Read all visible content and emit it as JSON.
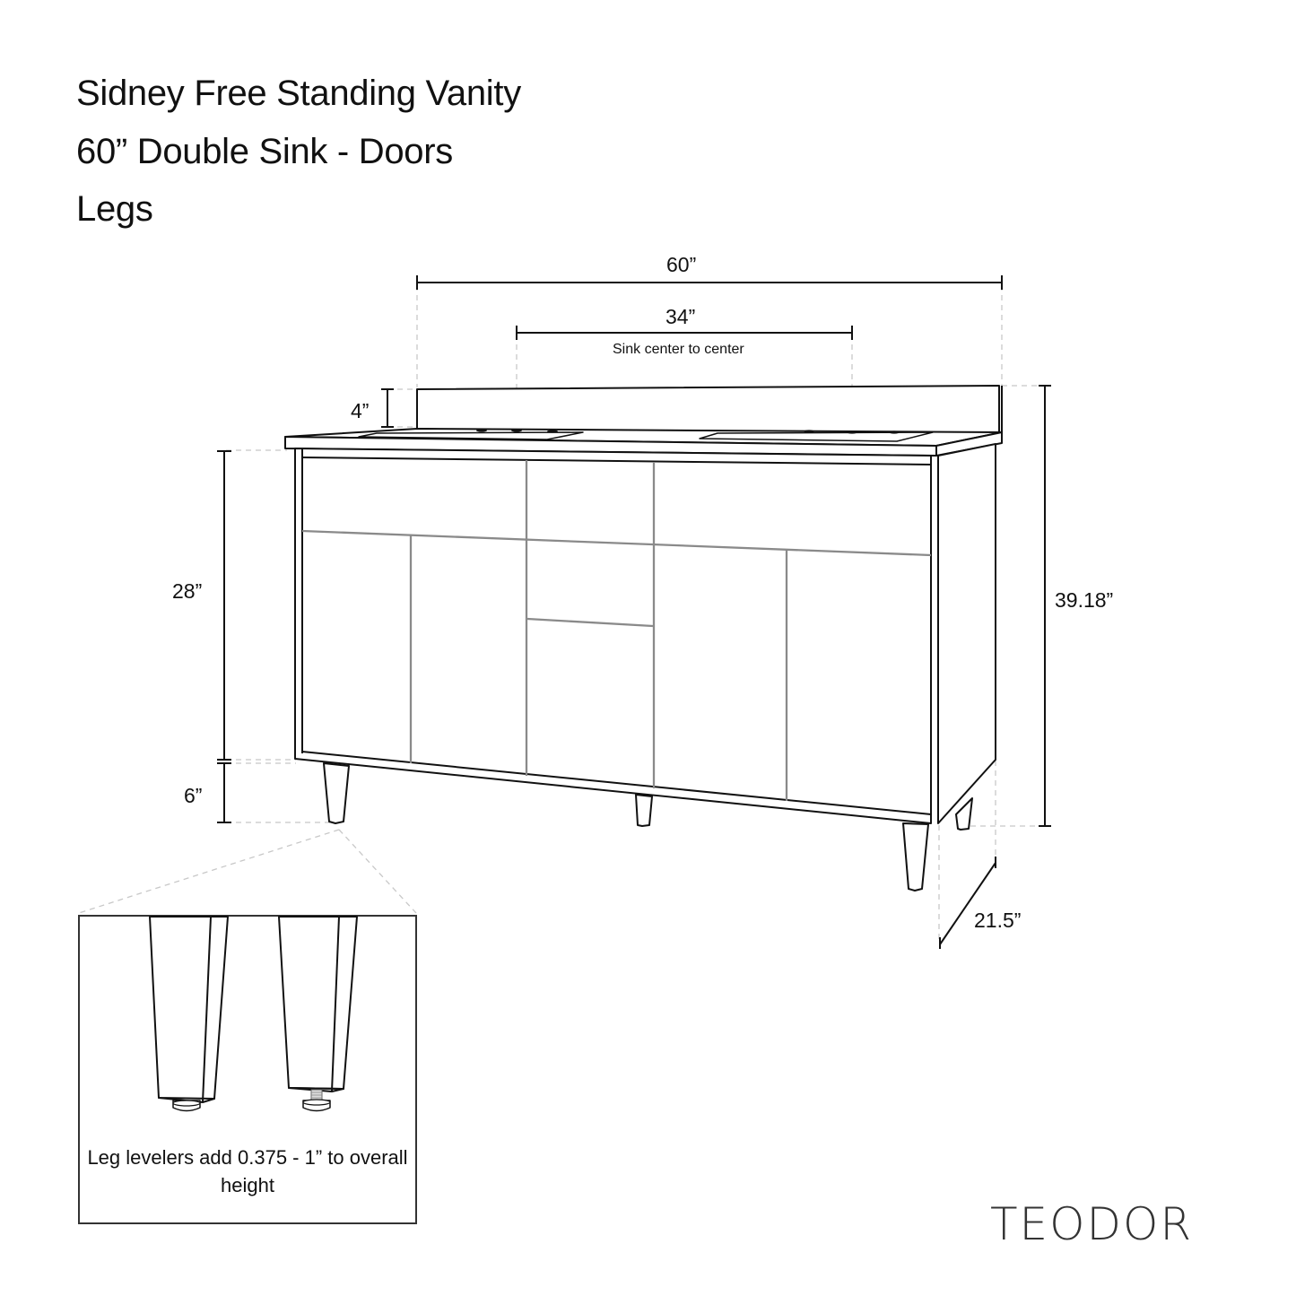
{
  "header": {
    "title_line1": "Sidney Free Standing Vanity",
    "title_line2": "60” Double Sink - Doors",
    "title_line3": "Legs"
  },
  "dimensions": {
    "overall_width": "60”",
    "sink_spacing": "34”",
    "sink_spacing_note": "Sink center to center",
    "backsplash_height": "4”",
    "cabinet_height": "28”",
    "leg_height": "6”",
    "overall_height": "39.18”",
    "depth": "21.5”"
  },
  "inset": {
    "caption": "Leg levelers add 0.375 - 1” to overall height"
  },
  "brand": {
    "name": "TEODOR"
  },
  "colors": {
    "line": "#111111",
    "door_seam": "#8a8a8a",
    "dashed": "#c8c8c8"
  }
}
